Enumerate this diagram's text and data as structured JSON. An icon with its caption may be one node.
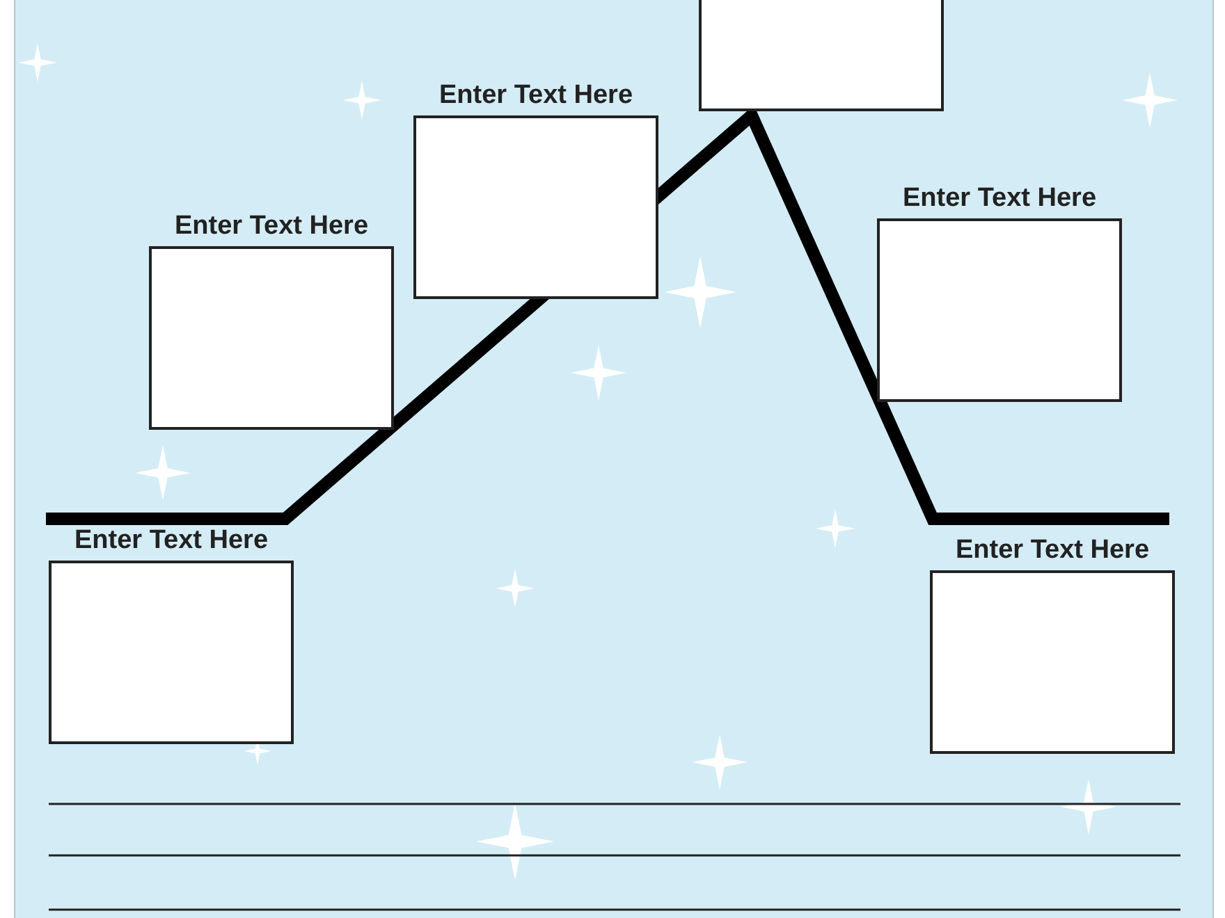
{
  "diagram": {
    "nodes": [
      {
        "text": [],
        "shape": "box"
      },
      {
        "text": [
          "Enter Text Here"
        ]
      },
      {
        "text": [
          "Enter Text Here"
        ]
      },
      {
        "text": [
          "Enter Text Here"
        ]
      },
      {
        "text": [
          "Enter Text Here"
        ]
      },
      {
        "text": [
          "Enter Text Here"
        ]
      }
    ]
  }
}
